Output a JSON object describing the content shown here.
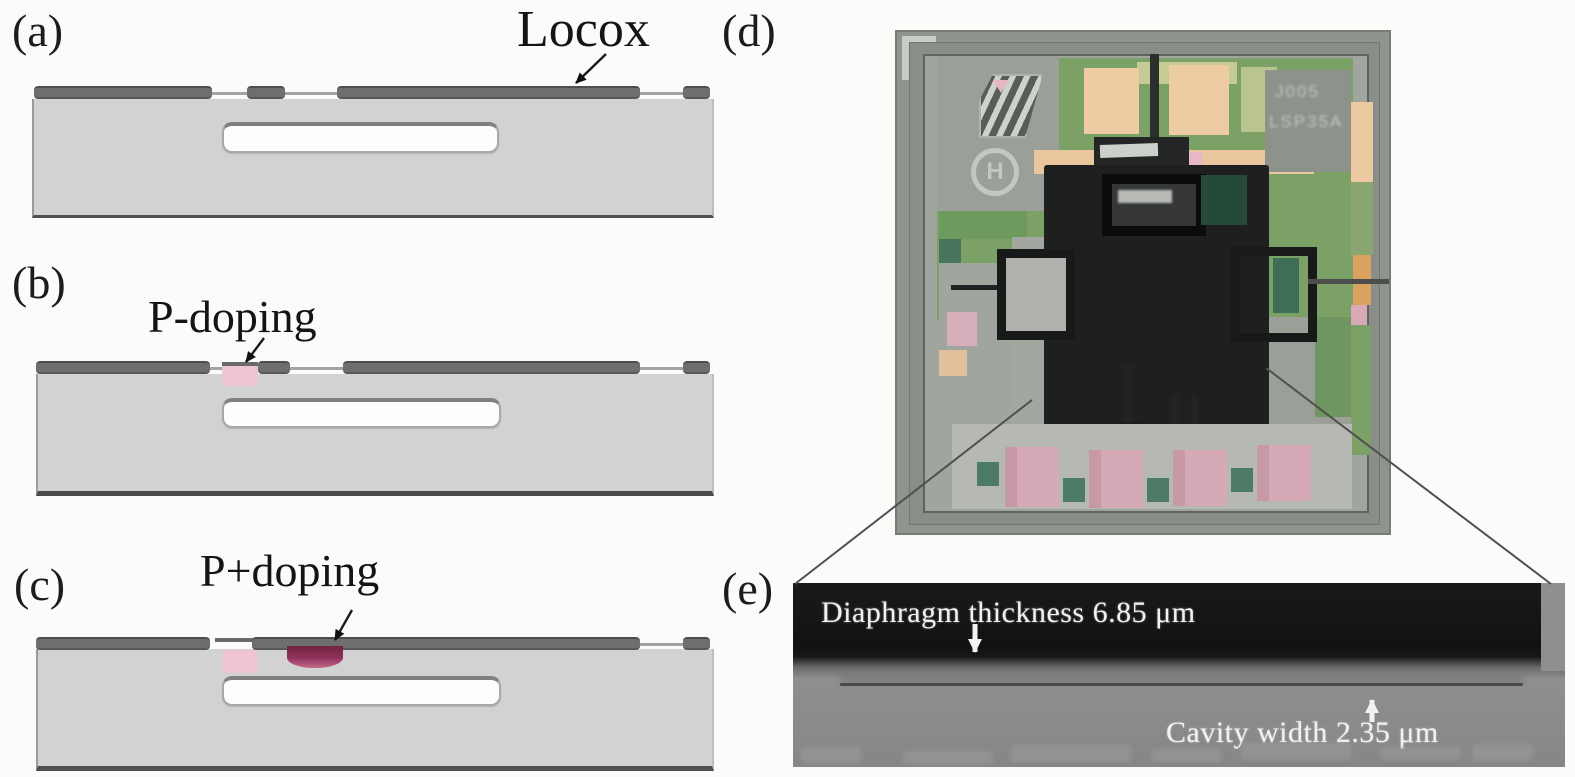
{
  "figure": {
    "panels": {
      "a": {
        "label": "(a)",
        "annotation": "Locox"
      },
      "b": {
        "label": "(b)",
        "annotation": "P-doping"
      },
      "c": {
        "label": "(c)",
        "annotation": "P+doping"
      },
      "d": {
        "label": "(d)",
        "chip": {
          "marking_line1": "J005",
          "marking_line2": "LSP35A",
          "circled_letter": "H"
        }
      },
      "e": {
        "label": "(e)",
        "diaphragm_annotation": "Diaphragm thickness 6.85 μm",
        "cavity_annotation": "Cavity width 2.35 μm"
      }
    },
    "colors": {
      "background": "#fbfbfa",
      "substrate_gray": "#d2d2d2",
      "locox_bar_gray": "#6e6e6e",
      "cavity_white": "#fdfdfd",
      "p_doping_pink": "#eec3d2",
      "p_plus_doping_crimson": "#8e2c50",
      "sem_black": "#151312",
      "sem_gray": "#8a8a8a",
      "sem_annotation_white": "#f2f2f2",
      "board_green": "#7ca167",
      "pad_tan": "#edcba3",
      "pad_pink": "#d5a9b6",
      "teal_accent": "#4c7a64",
      "die_black": "#1d201e"
    }
  }
}
